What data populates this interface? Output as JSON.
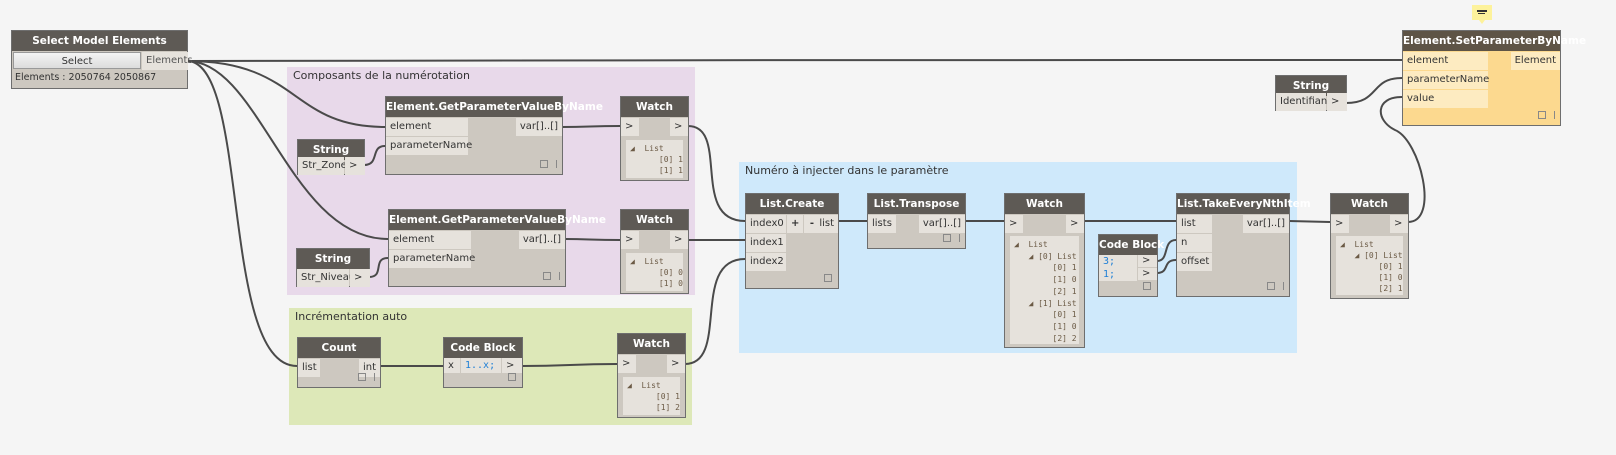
{
  "groups": {
    "composants": {
      "title": "Composants de la numérotation",
      "color": "#e8d9ea"
    },
    "numero": {
      "title": "Numéro à injecter dans le paramètre",
      "color": "#cfe9fb"
    },
    "increment": {
      "title": "Incrémentation auto",
      "color": "#dde8b8"
    }
  },
  "nodes": {
    "select": {
      "title": "Select Model Elements",
      "button": "Select",
      "output": "Elements",
      "info": "Elements : 2050764 2050867"
    },
    "gpv1": {
      "title": "Element.GetParameterValueByName",
      "inputs": [
        "element",
        "parameterName"
      ],
      "output": "var[]..[]"
    },
    "gpv2": {
      "title": "Element.GetParameterValueByName",
      "inputs": [
        "element",
        "parameterName"
      ],
      "output": "var[]..[]"
    },
    "str_zone": {
      "title": "String",
      "value": "Str_Zone",
      "output": ">"
    },
    "str_niveau": {
      "title": "String",
      "value": "Str_Niveau",
      "output": ">"
    },
    "str_ident": {
      "title": "String",
      "value": "Identifiant",
      "output": ">"
    },
    "watch1": {
      "title": "Watch",
      "in": ">",
      "out": ">",
      "lines": [
        "◢  List",
        "      [0] 1",
        "      [1] 1"
      ]
    },
    "watch2": {
      "title": "Watch",
      "in": ">",
      "out": ">",
      "lines": [
        "◢  List",
        "      [0] 0",
        "      [1] 0"
      ]
    },
    "watch3": {
      "title": "Watch",
      "in": ">",
      "out": ">",
      "lines": [
        "◢  List",
        "   ◢ [0] List",
        "        [0] 1",
        "        [1] 0",
        "        [2] 1",
        "   ◢ [1] List",
        "        [0] 1",
        "        [1] 0",
        "        [2] 2"
      ]
    },
    "watch4": {
      "title": "Watch",
      "in": ">",
      "out": ">",
      "lines": [
        "◢  List",
        "   ◢ [0] List",
        "        [0] 1",
        "        [1] 0",
        "        [2] 1"
      ]
    },
    "watch5": {
      "title": "Watch",
      "in": ">",
      "out": ">",
      "lines": [
        "◢  List",
        "      [0] 1",
        "      [1] 2"
      ]
    },
    "list_create": {
      "title": "List.Create",
      "inputs": [
        "index0",
        "index1",
        "index2"
      ],
      "add": "+",
      "remove": "-",
      "output": "list"
    },
    "list_transpose": {
      "title": "List.Transpose",
      "input": "lists",
      "output": "var[]..[]"
    },
    "take_nth": {
      "title": "List.TakeEveryNthItem",
      "inputs": [
        "list",
        "n",
        "offset"
      ],
      "output": "var[]..[]"
    },
    "code_nums": {
      "title": "Code Block",
      "lines": [
        "3;",
        "1;"
      ],
      "output": ">"
    },
    "count": {
      "title": "Count",
      "input": "list",
      "output": "int"
    },
    "code_range": {
      "title": "Code Block",
      "input": "x",
      "code": "1..x;",
      "output": ">"
    },
    "set_param": {
      "title": "Element.SetParameterByName",
      "inputs": [
        "element",
        "parameterName",
        "value"
      ],
      "output": "Element",
      "header_color": "#5e5446",
      "body_color": "#fcd98f"
    }
  },
  "note_icon": "note-icon"
}
